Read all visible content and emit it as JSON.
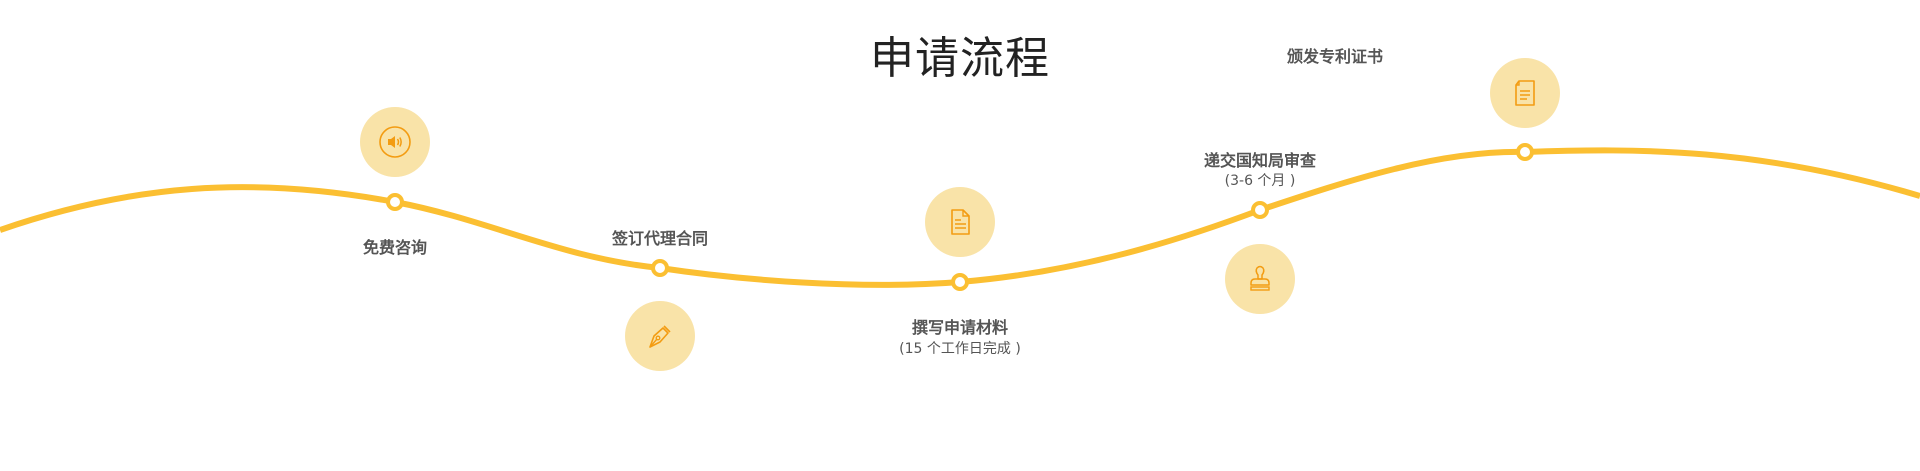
{
  "title": "申请流程",
  "colors": {
    "curve": "#FBBF32",
    "icon_bg": "#F9E3A8",
    "icon_stroke": "#F39C12",
    "text": "#555555"
  },
  "steps": [
    {
      "label": "免费咨询",
      "sub": "",
      "icon": "speaker-icon"
    },
    {
      "label": "签订代理合同",
      "sub": "",
      "icon": "pen-nib-icon"
    },
    {
      "label": "撰写申请材料",
      "sub": "(15 个工作日完成 )",
      "icon": "document-icon"
    },
    {
      "label": "递交国知局审查",
      "sub": "(3-6 个月 )",
      "icon": "stamp-icon"
    },
    {
      "label": "颁发专利证书",
      "sub": "",
      "icon": "certificate-icon"
    }
  ]
}
